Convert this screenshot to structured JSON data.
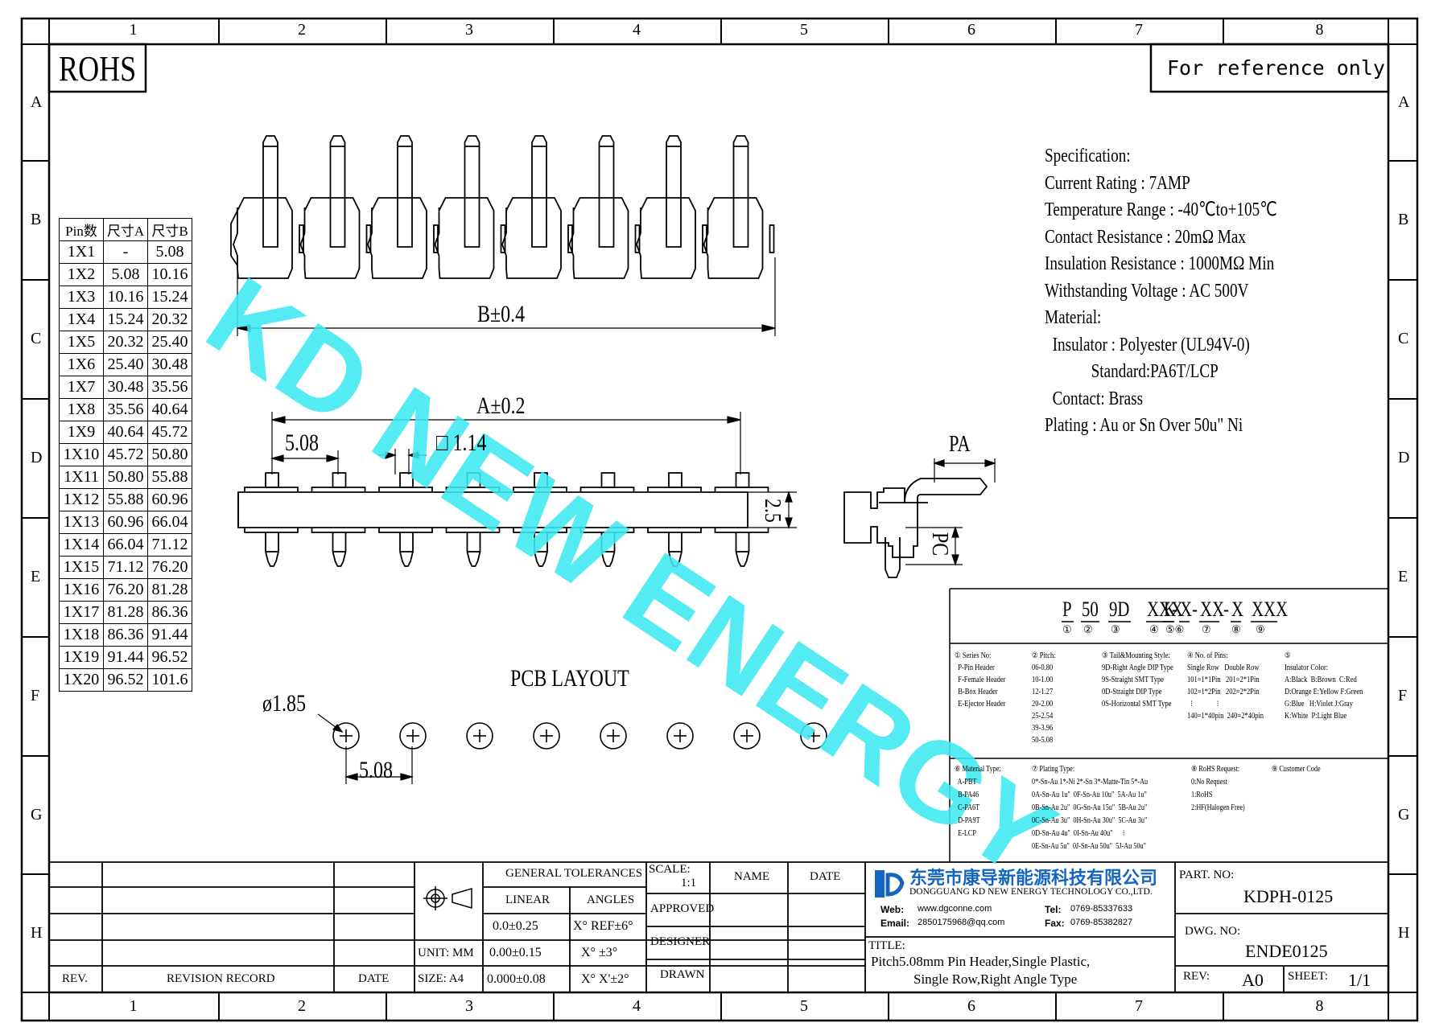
{
  "rohs": "ROHS",
  "reference": "For reference only",
  "zone_columns": [
    "1",
    "2",
    "3",
    "4",
    "5",
    "6",
    "7",
    "8"
  ],
  "zone_rows": [
    "A",
    "B",
    "C",
    "D",
    "E",
    "F",
    "G",
    "H"
  ],
  "watermark": "KD NEW ENERGY",
  "pin_table": {
    "headers": [
      "Pin数",
      "尺寸A",
      "尺寸B"
    ],
    "rows": [
      [
        "1X1",
        "-",
        "5.08"
      ],
      [
        "1X2",
        "5.08",
        "10.16"
      ],
      [
        "1X3",
        "10.16",
        "15.24"
      ],
      [
        "1X4",
        "15.24",
        "20.32"
      ],
      [
        "1X5",
        "20.32",
        "25.40"
      ],
      [
        "1X6",
        "25.40",
        "30.48"
      ],
      [
        "1X7",
        "30.48",
        "35.56"
      ],
      [
        "1X8",
        "35.56",
        "40.64"
      ],
      [
        "1X9",
        "40.64",
        "45.72"
      ],
      [
        "1X10",
        "45.72",
        "50.80"
      ],
      [
        "1X11",
        "50.80",
        "55.88"
      ],
      [
        "1X12",
        "55.88",
        "60.96"
      ],
      [
        "1X13",
        "60.96",
        "66.04"
      ],
      [
        "1X14",
        "66.04",
        "71.12"
      ],
      [
        "1X15",
        "71.12",
        "76.20"
      ],
      [
        "1X16",
        "76.20",
        "81.28"
      ],
      [
        "1X17",
        "81.28",
        "86.36"
      ],
      [
        "1X18",
        "86.36",
        "91.44"
      ],
      [
        "1X19",
        "91.44",
        "96.52"
      ],
      [
        "1X20",
        "96.52",
        "101.6"
      ]
    ]
  },
  "spec": {
    "lines": [
      "Specification:",
      "Current Rating : 7AMP",
      "Temperature Range : -40℃to+105℃",
      "Contact Resistance : 20mΩ Max",
      "Insulation Resistance : 1000MΩ Min",
      "Withstanding Voltage : AC 500V",
      "Material:",
      "  Insulator : Polyester (UL94V-0)",
      "            Standard:PA6T/LCP",
      "  Contact: Brass",
      "Plating : Au or Sn Over 50u\" Ni"
    ]
  },
  "dims": {
    "b": "B±0.4",
    "a": "A±0.2",
    "pitch": "5.08",
    "pin_sq": "□ 1.14",
    "pa": "PA",
    "pc": "PC",
    "height": "2.5",
    "pcb_title": "PCB LAYOUT",
    "hole": "ø1.85",
    "pcb_pitch": "5.08"
  },
  "part_code": {
    "segments": [
      "P",
      "50",
      "9D",
      "XXX",
      "K",
      "X",
      "XX",
      "X",
      "XXX"
    ],
    "seps": [
      "",
      "",
      "",
      "",
      "",
      "-",
      "-",
      "-",
      ""
    ],
    "circles": [
      "①",
      "②",
      "③",
      "④",
      "⑤⑥",
      "⑦",
      "⑧",
      "⑨"
    ],
    "legend_top": [
      [
        "① Series No:",
        "  P-Pin Header",
        "  F-Female Header",
        "  B-Box Header",
        "  E-Ejector Header"
      ],
      [
        "② Pitch:",
        "06-0.80",
        "10-1.00",
        "12-1.27",
        "20-2.00",
        "25-2.54",
        "39-3.96",
        "50-5.08"
      ],
      [
        "③ Tail&Mounting Style:",
        "9D-Right Angle DIP Type",
        "9S-Straight SMT Type",
        "0D-Straight DIP Type",
        "0S-Horizontal SMT Type"
      ],
      [
        "④ No. of Pins:",
        "Single Row   Double Row",
        "101=1*1Pin   201=2*1Pin",
        "102=1*2Pin   202=2*2Pin",
        "  ⁝              ⁝",
        "140=1*40pin  240=2*40pin"
      ],
      [
        "⑤",
        "Insulator Color:",
        "A:Black  B:Brown  C:Red",
        "D:Orange E:Yellow F:Green",
        "G:Blue   H:Violet J:Gray",
        "K:White  P:Light Blue"
      ]
    ],
    "legend_bottom": [
      [
        "⑥ Material Type:",
        "  A-PBT",
        "  B-PA46",
        "  C-PA6T",
        "  D-PA9T",
        "  E-LCP"
      ],
      [
        "⑦ Plating Type:",
        "0*-Sn-Au 1*-Ni 2*-Sn 3*-Matte-Tin 5*-Au",
        "0A-Sn-Au 1u\"  0F-Sn-Au 10u\"  5A-Au 1u\"",
        "0B-Sn-Au 2u\"  0G-Sn-Au 15u\"  5B-Au 2u\"",
        "0C-Sn-Au 3u\"  0H-Sn-Au 30u\"  5C-Au 3u\"",
        "0D-Sn-Au 4u\"  0I-Sn-Au 40u\"      ⁝",
        "0E-Sn-Au 5u\"  0J-Sn-Au 50u\"  5J-Au 50u\""
      ],
      [
        "⑧ RoHS Request:",
        "0:No Request",
        "1:RoHS",
        "2:HF(Halogen Free)"
      ],
      [
        "⑨ Customer Code"
      ]
    ]
  },
  "title_block": {
    "rev": "REV.",
    "revision_record": "REVISION RECORD",
    "date": "DATE",
    "unit": "UNIT: MM",
    "size": "SIZE: A4",
    "general_tolerances": "GENERAL TOLERANCES",
    "linear": "LINEAR",
    "angles": "ANGLES",
    "tol_linear": [
      "0.0±0.25",
      "0.00±0.15",
      "0.000±0.08"
    ],
    "tol_angles": [
      "X° REF±6°",
      "X° ±3°",
      "X° X'±2°"
    ],
    "scale_label": "SCALE:",
    "scale": "1:1",
    "name": "NAME",
    "date2": "DATE",
    "approved": "APPROVED",
    "designer": "DESIGNER",
    "drawn": "DRAWN",
    "company_cn": "东莞市康导新能源科技有限公司",
    "company_en": "DONGGUANG KD NEW ENERGY TECHNOLOGY CO.,LTD.",
    "web_label": "Web:",
    "web": "www.dgconne.com",
    "tel_label": "Tel:",
    "tel": "0769-85337633",
    "email_label": "Email:",
    "email": "2850175968@qq.com",
    "fax_label": "Fax:",
    "fax": "0769-85382827",
    "title_label": "TITLE:",
    "title_line1": "Pitch5.08mm Pin Header,Single Plastic,",
    "title_line2": "Single Row,Right Angle Type",
    "part_no_label": "PART. NO:",
    "part_no": "KDPH-0125",
    "dwg_no_label": "DWG. NO:",
    "dwg_no": "ENDE0125",
    "rev_label": "REV:",
    "rev_value": "A0",
    "sheet_label": "SHEET:",
    "sheet_value": "1/1",
    "accent_color": "#1565c0",
    "watermark_color": "#3ee8f0"
  }
}
